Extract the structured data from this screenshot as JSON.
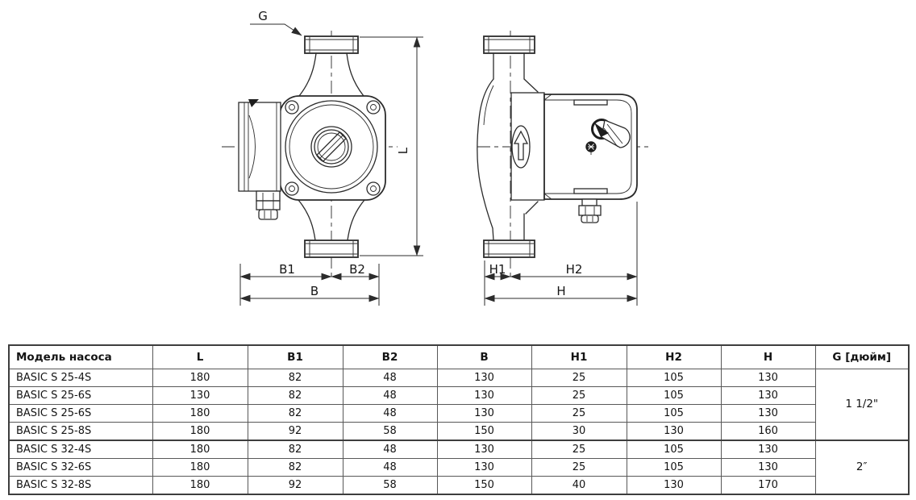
{
  "drawing": {
    "labels": {
      "g": "G",
      "l": "L",
      "b1": "B1",
      "b2": "B2",
      "b": "B",
      "h1": "H1",
      "h2": "H2",
      "h": "H"
    }
  },
  "table": {
    "headers": [
      "Модель насоса",
      "L",
      "B1",
      "B2",
      "B",
      "H1",
      "H2",
      "H",
      "G [дюйм]"
    ],
    "rows": [
      {
        "model": "BASIC S 25-4S",
        "l": "180",
        "b1": "82",
        "b2": "48",
        "b": "130",
        "h1": "25",
        "h2": "105",
        "h": "130"
      },
      {
        "model": "BASIC S 25-6S",
        "l": "130",
        "b1": "82",
        "b2": "48",
        "b": "130",
        "h1": "25",
        "h2": "105",
        "h": "130"
      },
      {
        "model": "BASIC S 25-6S",
        "l": "180",
        "b1": "82",
        "b2": "48",
        "b": "130",
        "h1": "25",
        "h2": "105",
        "h": "130"
      },
      {
        "model": "BASIC S 25-8S",
        "l": "180",
        "b1": "92",
        "b2": "58",
        "b": "150",
        "h1": "30",
        "h2": "130",
        "h": "160"
      },
      {
        "model": "BASIC S 32-4S",
        "l": "180",
        "b1": "82",
        "b2": "48",
        "b": "130",
        "h1": "25",
        "h2": "105",
        "h": "130"
      },
      {
        "model": "BASIC S 32-6S",
        "l": "180",
        "b1": "82",
        "b2": "48",
        "b": "130",
        "h1": "25",
        "h2": "105",
        "h": "130"
      },
      {
        "model": "BASIC S 32-8S",
        "l": "180",
        "b1": "92",
        "b2": "58",
        "b": "150",
        "h1": "40",
        "h2": "130",
        "h": "170"
      }
    ],
    "g_groups": [
      {
        "label": "1 1/2\"",
        "span": "4"
      },
      {
        "label": "2″",
        "span": "3"
      }
    ]
  },
  "colors": {
    "line_color": "#2b2b2b",
    "table_border": "#585858",
    "text_color": "#141414"
  }
}
